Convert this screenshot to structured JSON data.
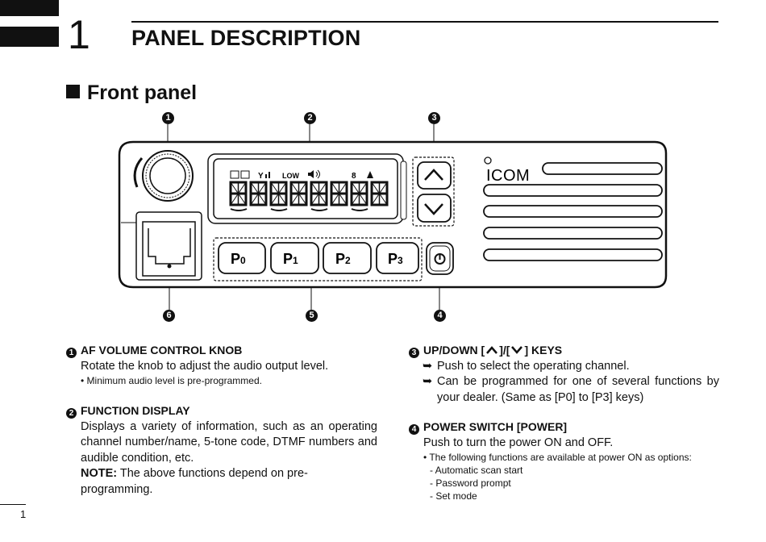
{
  "chapter": {
    "number": "1",
    "title": "PANEL DESCRIPTION"
  },
  "section": {
    "title": "Front panel"
  },
  "callouts": [
    "1",
    "2",
    "3",
    "4",
    "5",
    "6"
  ],
  "radio": {
    "display_icons": "LOW",
    "brand": "ICOM",
    "keys": [
      "P0",
      "P1",
      "P2",
      "P3"
    ],
    "key_digits": [
      "0",
      "1",
      "2",
      "3"
    ]
  },
  "items": {
    "af_volume": {
      "num": "1",
      "title": "AF VOLUME CONTROL KNOB",
      "text": "Rotate the knob to adjust the audio output level.",
      "note": "• Minimum audio level is pre-programmed."
    },
    "function_display": {
      "num": "2",
      "title": "FUNCTION DISPLAY",
      "text": "Displays a variety of information, such as an operating channel number/name, 5-tone code, DTMF numbers and audible condition, etc.",
      "note_label": "NOTE:",
      "note_text": " The above functions depend on pre-programming."
    },
    "up_down": {
      "num": "3",
      "title_a": "UP/DOWN [",
      "title_b": "]/[",
      "title_c": "] KEYS",
      "bullets": [
        "Push to select the operating channel.",
        "Can be programmed for one of several functions by your dealer. (Same as [P0] to [P3] keys)"
      ]
    },
    "power": {
      "num": "4",
      "title": "POWER SWITCH [POWER]",
      "text": "Push to turn the power ON and OFF.",
      "note": "• The following functions are available at power ON as options:",
      "options": [
        "- Automatic scan start",
        "- Password prompt",
        "- Set mode"
      ]
    }
  },
  "page_number": "1"
}
